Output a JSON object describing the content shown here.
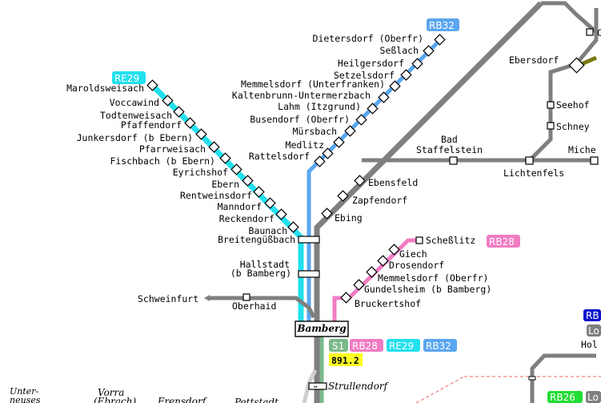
{
  "badges": {
    "rb32": "RB32",
    "re29": "RE29",
    "rb28": "RB28",
    "s1": "S1",
    "re29b": "RE29",
    "rb28b": "RB28",
    "rb32b": "RB32",
    "rb26": "RB26",
    "rb_partial": "RB",
    "lo_partial1": "Lo",
    "lo_partial2": "Lo"
  },
  "timetable_number": "891.2",
  "hub": "Bamberg",
  "rb32_stations": [
    "Dietersdorf (Oberfr)",
    "Seßlach",
    "Heilgersdorf",
    "Setzelsdorf",
    "Memmelsdorf (Unterfranken)",
    "Kaltenbrunn-Untermerzbach",
    "Lahm (Itzgrund)",
    "Busendorf (Oberfr)",
    "Mürsbach",
    "Medlitz",
    "Rattelsdorf"
  ],
  "re29_stations": [
    "Maroldsweisach",
    "Voccawind",
    "Todtenweisach",
    "Pfaffendorf",
    "Junkersdorf (b Ebern)",
    "Pfarrweisach",
    "Fischbach (b Ebern)",
    "Eyrichshof",
    "Ebern",
    "Rentweinsdorf",
    "Manndorf",
    "Reckendorf",
    "Baunach"
  ],
  "main_stations": {
    "breitenguessbach": "Breitengüßbach",
    "hallstadt1": "Hallstadt",
    "hallstadt2": "(b Bamberg)",
    "schweinfurt": "Schweinfurt",
    "oberhaid": "Oberhaid",
    "ebing": "Ebing",
    "zapfendorf": "Zapfendorf",
    "ebensfeld": "Ebensfeld",
    "bad1": "Bad",
    "bad2": "Staffelstein",
    "lichtenfels": "Lichtenfels",
    "michelau_partial": "Miche",
    "ebersdorf": "Ebersdorf",
    "seehof": "Seehof",
    "schney": "Schney",
    "c_partial": "C",
    "hol_partial": "Hol",
    "strullendorf": "Strullendorf"
  },
  "rb28_stations": [
    "Scheßlitz",
    "Giech",
    "Drosendorf",
    "Memmelsdorf (Oberfr)",
    "Gundelsheim (b Bamberg)",
    "Bruckertshof"
  ],
  "bottom_labels": {
    "unter1": "Unter-",
    "unter2": "neuses",
    "vorra1": "Vorra",
    "vorra2": "(Ebrach)",
    "frensdorf": "Frensdorf",
    "pettstadt": "Pettstadt"
  },
  "colors": {
    "rb32": "#5aa6f0",
    "re29": "#22e0ee",
    "rb28": "#f07cc4",
    "s1": "#7bb88a",
    "rb26": "#22dd33",
    "rb_dark": "#0a12cc",
    "main_line": "#7f7f7f",
    "branch_olive": "#7a7a12",
    "highlight": "#ffff22"
  }
}
